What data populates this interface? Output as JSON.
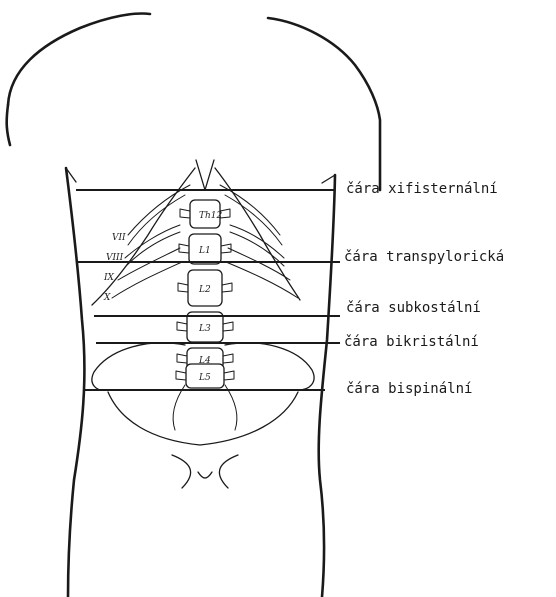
{
  "lines": [
    {
      "label": "čára xifisternální"
    },
    {
      "label": "čára transpylorická"
    },
    {
      "label": "čára subkostální"
    },
    {
      "label": "čára bikristální"
    },
    {
      "label": "čára bispinální"
    }
  ],
  "rib_labels": [
    "VII",
    "VIII",
    "IX",
    "X"
  ],
  "vertebra_labels": [
    "Th12",
    "L1",
    "L2",
    "L3",
    "L4",
    "L5"
  ]
}
